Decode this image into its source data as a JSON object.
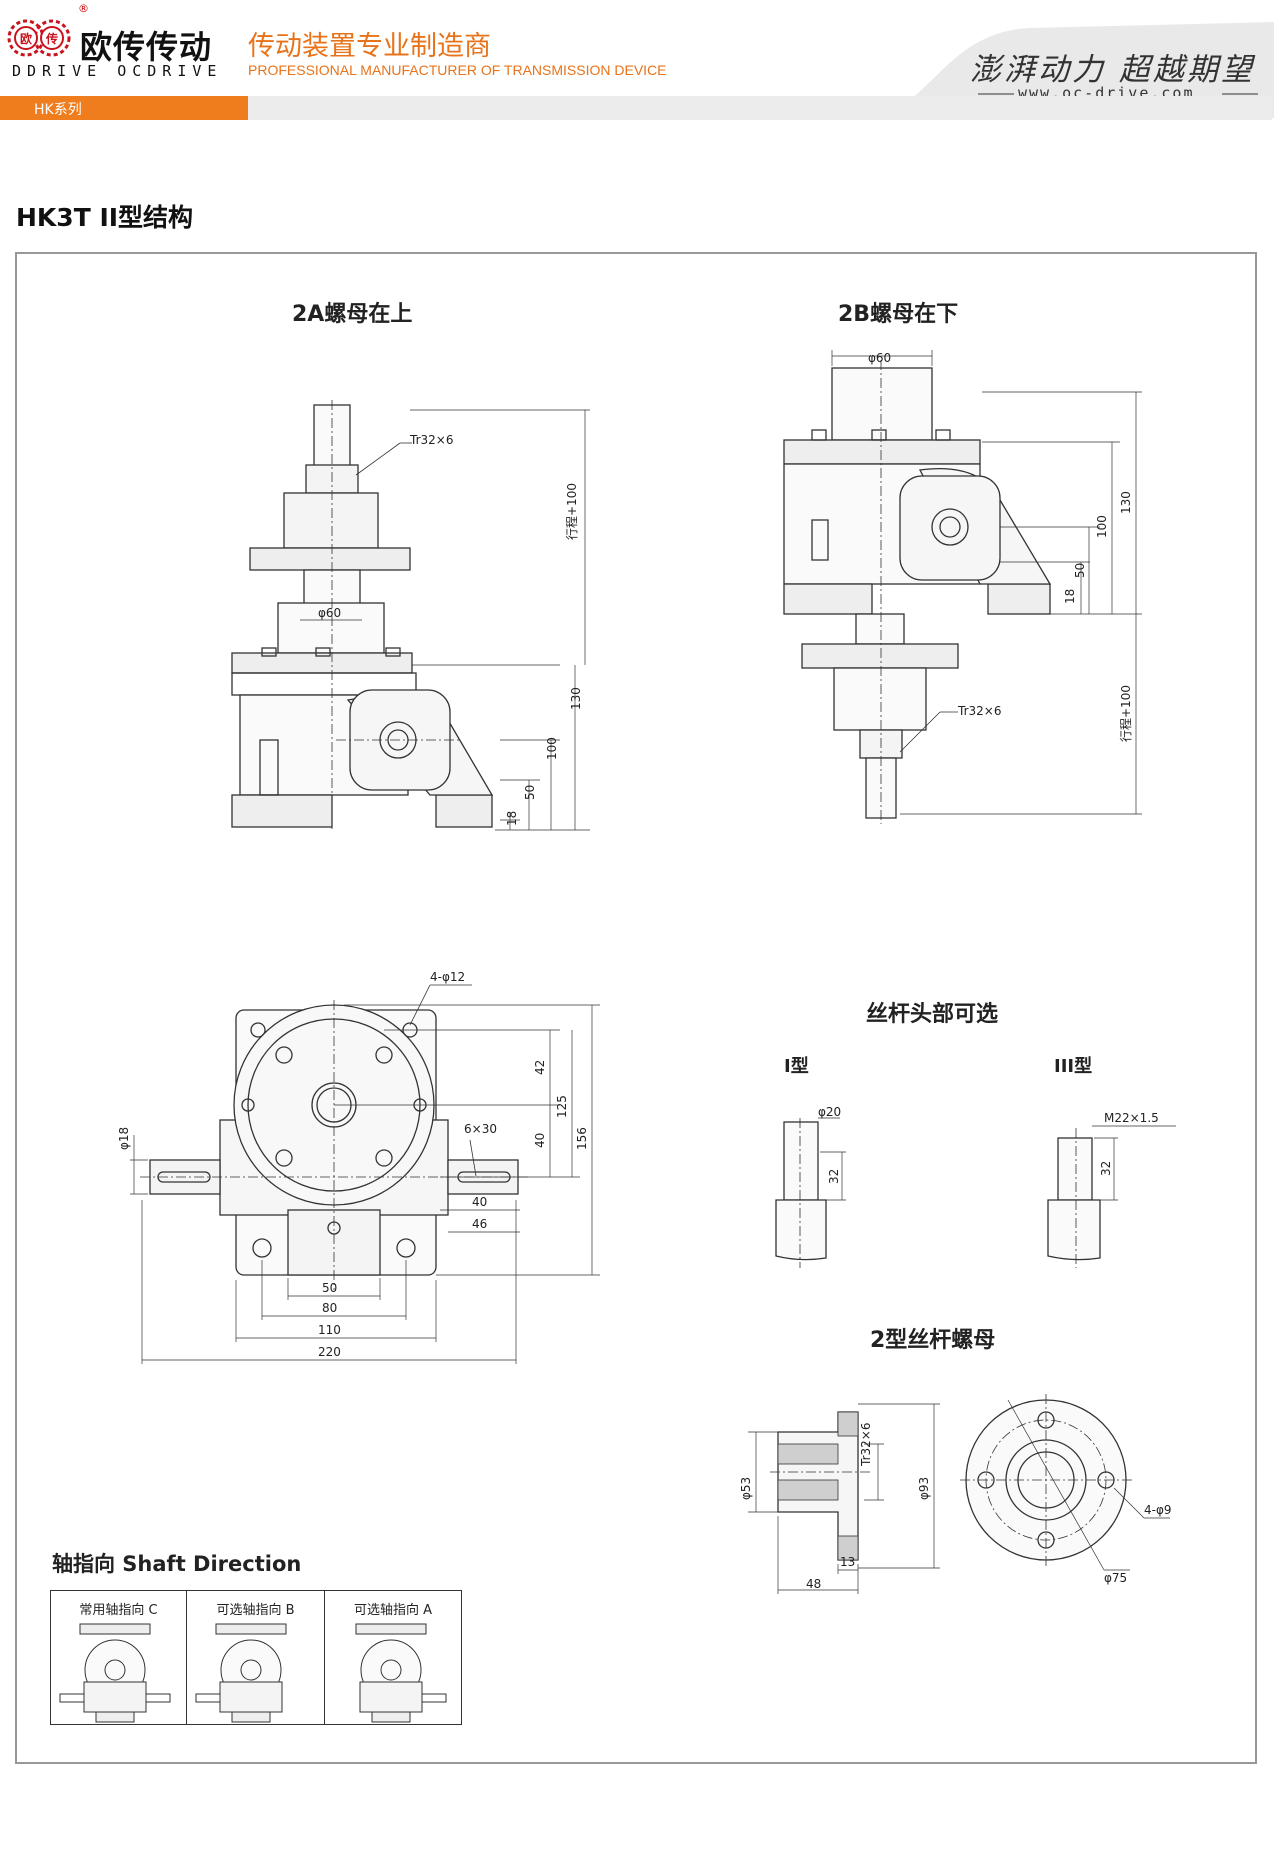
{
  "header": {
    "logo_cn": "欧传传动",
    "logo_en": "DDRIVE OCDRIVE",
    "logo_mark_chars": [
      "欧",
      "传"
    ],
    "slogan_cn": "传动装置专业制造商",
    "slogan_en": "PROFESSIONAL MANUFACTURER OF TRANSMISSION DEVICE",
    "motto": "澎湃动力 超越期望",
    "website": "www.oc-drive.com",
    "series": "HK系列",
    "accent_color": "#ef7d1e"
  },
  "page_title": "HK3T II型结构",
  "views": {
    "view_2a": {
      "title": "2A螺母在上",
      "thread": "Tr32×6",
      "dia": "φ60",
      "stroke": "行程+100",
      "dims": [
        "130",
        "100",
        "50",
        "18"
      ]
    },
    "view_2b": {
      "title": "2B螺母在下",
      "thread": "Tr32×6",
      "dia": "φ60",
      "stroke": "行程+100",
      "dims": [
        "130",
        "100",
        "50",
        "18"
      ]
    },
    "top_view": {
      "holes": "4-φ12",
      "key": "6×30",
      "shaft_dia": "φ18",
      "vertical_dims": [
        "42",
        "40",
        "125",
        "156"
      ],
      "horizontal_dims": [
        "40",
        "46",
        "50",
        "80",
        "110",
        "220"
      ]
    },
    "screw_head": {
      "title": "丝杆头部可选",
      "type_i": {
        "label": "I型",
        "dia": "φ20",
        "len": "32"
      },
      "type_iii": {
        "label": "III型",
        "thread": "M22×1.5",
        "len": "32"
      }
    },
    "nut": {
      "title": "2型丝杆螺母",
      "thread": "Tr32×6",
      "d_inner": "φ53",
      "d_outer": "φ93",
      "length": "48",
      "flange": "13",
      "holes": "4-φ9",
      "pcd": "φ75"
    }
  },
  "shaft_direction": {
    "title": "轴指向 Shaft Direction",
    "options": [
      "常用轴指向 C",
      "可选轴指向 B",
      "可选轴指向 A"
    ]
  }
}
